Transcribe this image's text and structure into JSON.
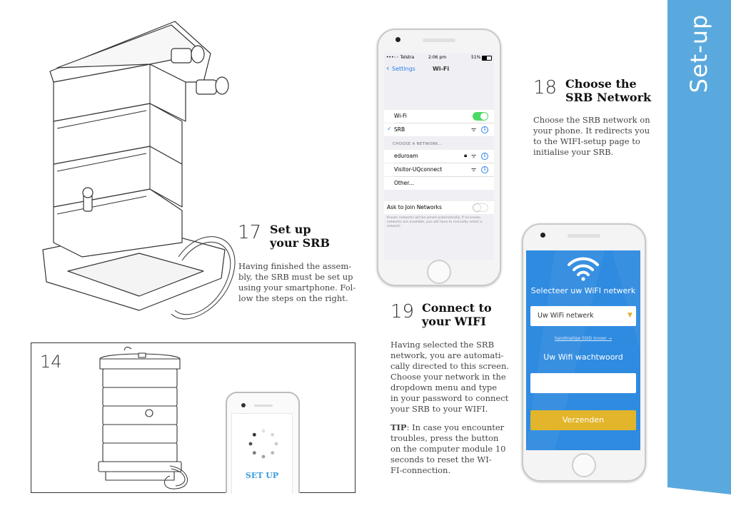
{
  "side_tab": {
    "label": "Set-up",
    "color": "#5aa9de"
  },
  "step17": {
    "number": "17",
    "title_line1": "Set up",
    "title_line2": "your SRB",
    "body": [
      "Having finished the assem-",
      "bly, the SRB must be set up",
      "using your smartphone. Fol-",
      "low the steps on the right."
    ]
  },
  "step18": {
    "number": "18",
    "title_line1": "Choose the",
    "title_line2": "SRB Network",
    "body": [
      "Choose the SRB network on",
      "your phone. It redirects you",
      "to the WIFI-setup page to",
      "initialise your SRB."
    ]
  },
  "step19": {
    "number": "19",
    "title_line1": "Connect to",
    "title_line2": "your WIFI",
    "body": [
      "Having selected the SRB",
      "network, you are automati-",
      "cally directed to this screen.",
      "Choose your network in the",
      "dropdown menu and type",
      "in your password to connect",
      "your SRB to your WIFI."
    ]
  },
  "tip": {
    "label": "TIP",
    "body": [
      ":  In case you encounter",
      "troubles, press the button",
      "on the computer module 10",
      "seconds to reset the WI-",
      "FI-connection."
    ]
  },
  "box14": {
    "number": "14",
    "phone_label": "SET UP"
  },
  "ios": {
    "carrier": "•••◦◦ Telstra",
    "time": "2:06 pm",
    "battery": "51%",
    "back": "Settings",
    "title": "Wi-Fi",
    "wifi_label": "Wi-Fi",
    "connected": "SRB",
    "section": "CHOOSE A NETWORK...",
    "networks": [
      "eduroam",
      "Visitor-UQconnect",
      "Other..."
    ],
    "ask_label": "Ask to Join Networks",
    "ask_note": [
      "Known networks will be joined automatically. If no known",
      "networks are available, you will have to manually select a",
      "network."
    ]
  },
  "wifi_setup": {
    "title": "Selecteer uw WiFI netwerk",
    "dropdown_value": "Uw WiFi netwerk",
    "manual_link": "handmatige SSID invoer →",
    "password_label": "Uw Wifi wachtwoord",
    "password_placeholder": "",
    "submit": "Verzenden",
    "colors": {
      "background": "#2f8be0",
      "button": "#e2b52a"
    }
  }
}
